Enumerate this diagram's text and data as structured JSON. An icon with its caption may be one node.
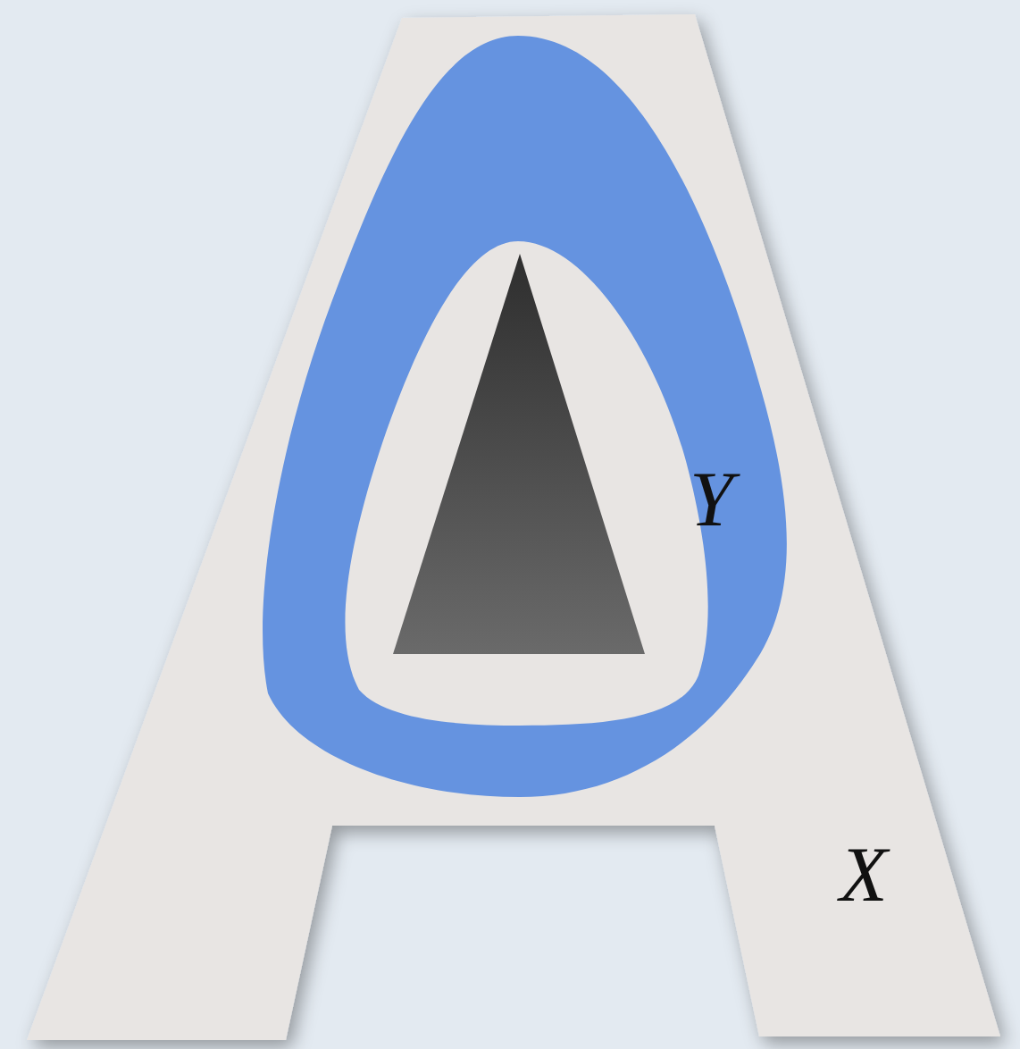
{
  "diagram": {
    "nodes": [
      {
        "text": [
          "X"
        ]
      },
      {
        "text": [
          "Y"
        ],
        "in": 0
      }
    ]
  }
}
